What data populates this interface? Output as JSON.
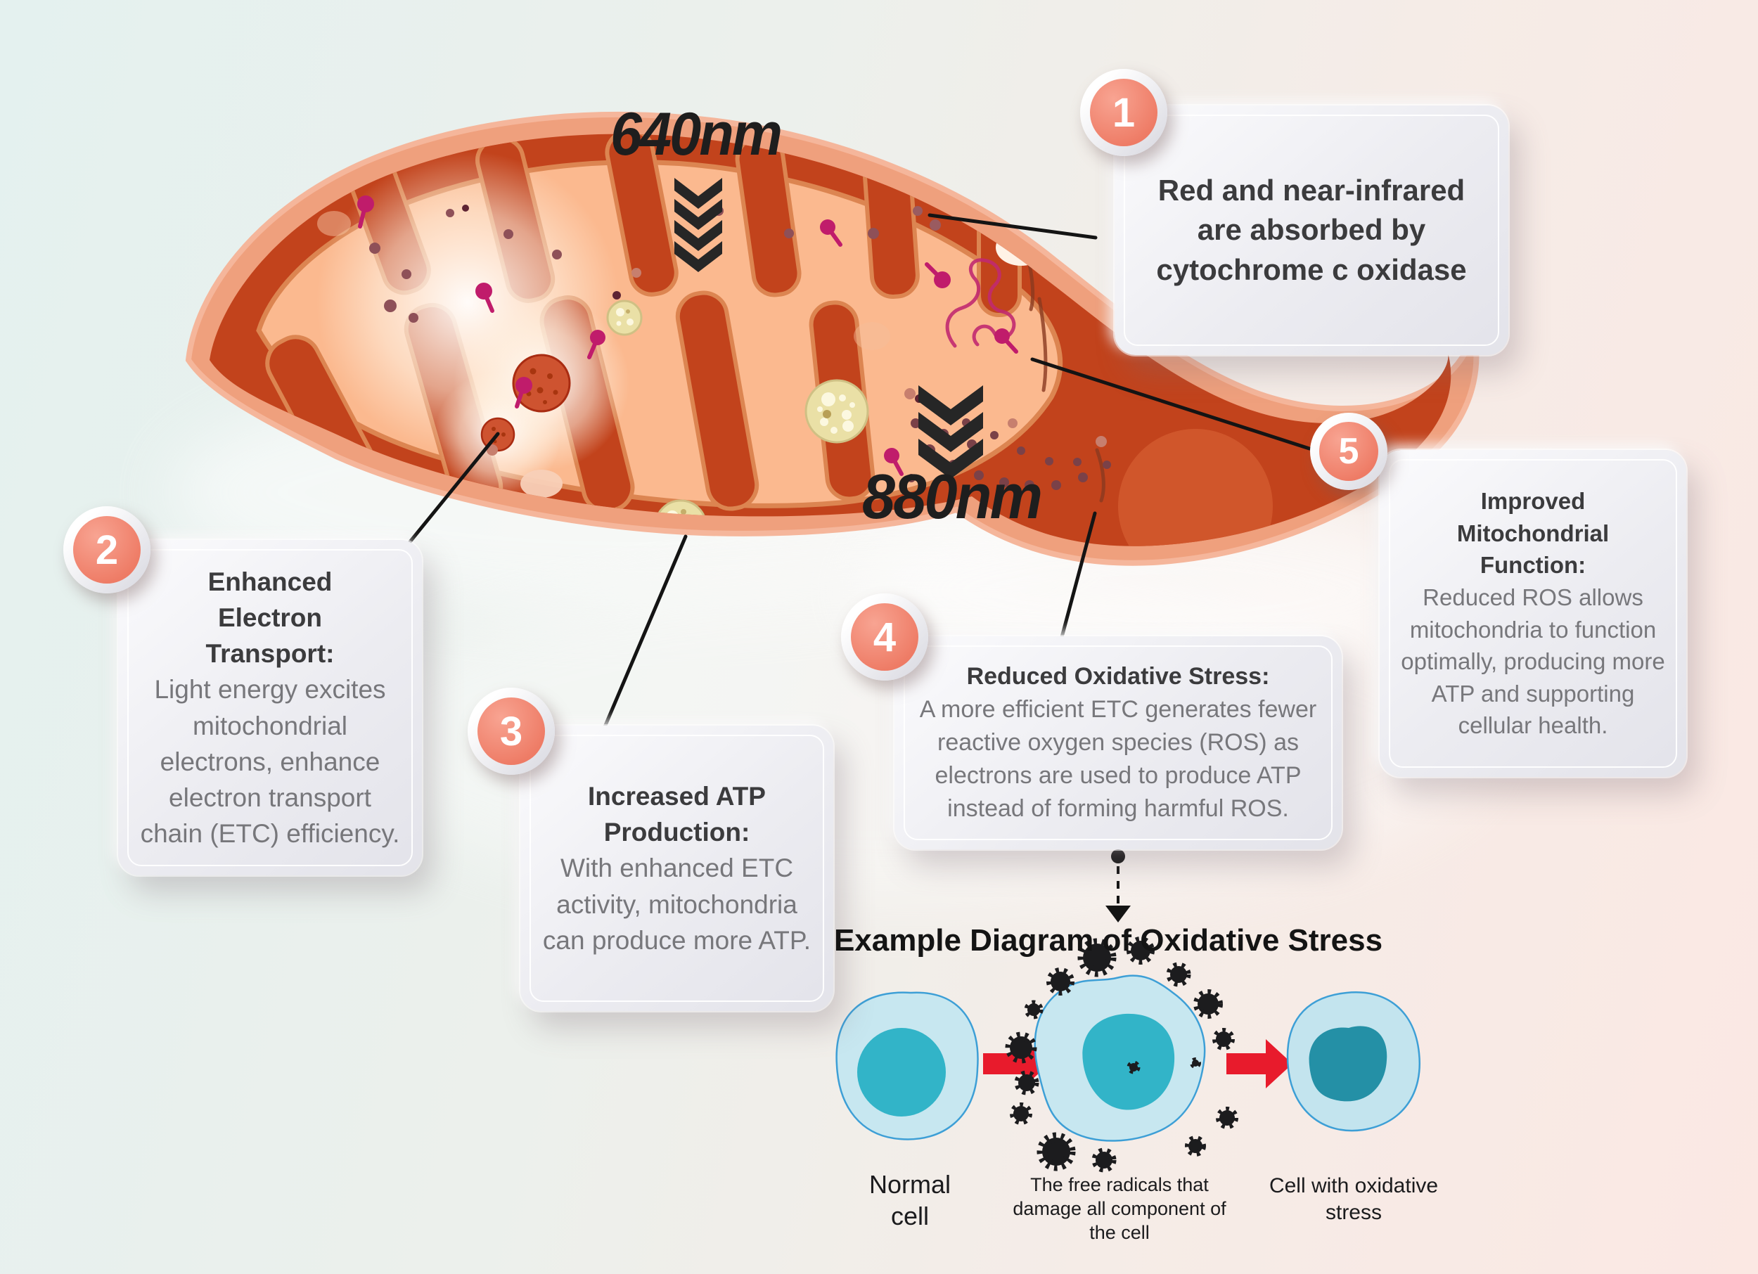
{
  "wavelengths": {
    "top": "640nm",
    "bottom": "880nm"
  },
  "callouts": [
    {
      "number": "1",
      "title": "",
      "body": "Red and near-infrared are absorbed by cytochrome c oxidase"
    },
    {
      "number": "2",
      "title": "Enhanced Electron Transport:",
      "body": "Light energy excites mitochondrial electrons, enhance electron transport chain (ETC) efficiency."
    },
    {
      "number": "3",
      "title": "Increased ATP Production:",
      "body": "With enhanced ETC activity, mitochondria can produce more ATP."
    },
    {
      "number": "4",
      "title": "Reduced Oxidative Stress:",
      "body": "A more efficient ETC generates fewer reactive oxygen species (ROS) as electrons are used to produce ATP instead of forming harmful ROS."
    },
    {
      "number": "5",
      "title": "Improved Mitochondrial Function:",
      "body": "Reduced ROS allows mitochondria to function optimally, producing more ATP and supporting cellular health."
    }
  ],
  "oxidative_diagram": {
    "title": "Example Diagram of Oxidative Stress",
    "cells": [
      {
        "label": "Normal cell"
      },
      {
        "label": "The free radicals that damage all component of the cell"
      },
      {
        "label": "Cell with oxidative stress"
      }
    ]
  },
  "colors": {
    "badge_salmon": "#F28B76",
    "mito_membrane": "#EFA07D",
    "mito_matrix": "#C2431C",
    "cristae": "#FBB98F",
    "pin_magenta": "#C01C6B",
    "granule_yellow": "#EAE0A6",
    "arrow_red": "#E81B2C",
    "cell_blue": "#C7E7F0",
    "nucleus_teal": "#32B4C8",
    "stressed_nucleus": "#2490A6",
    "radical_black": "#1C1C1E"
  }
}
